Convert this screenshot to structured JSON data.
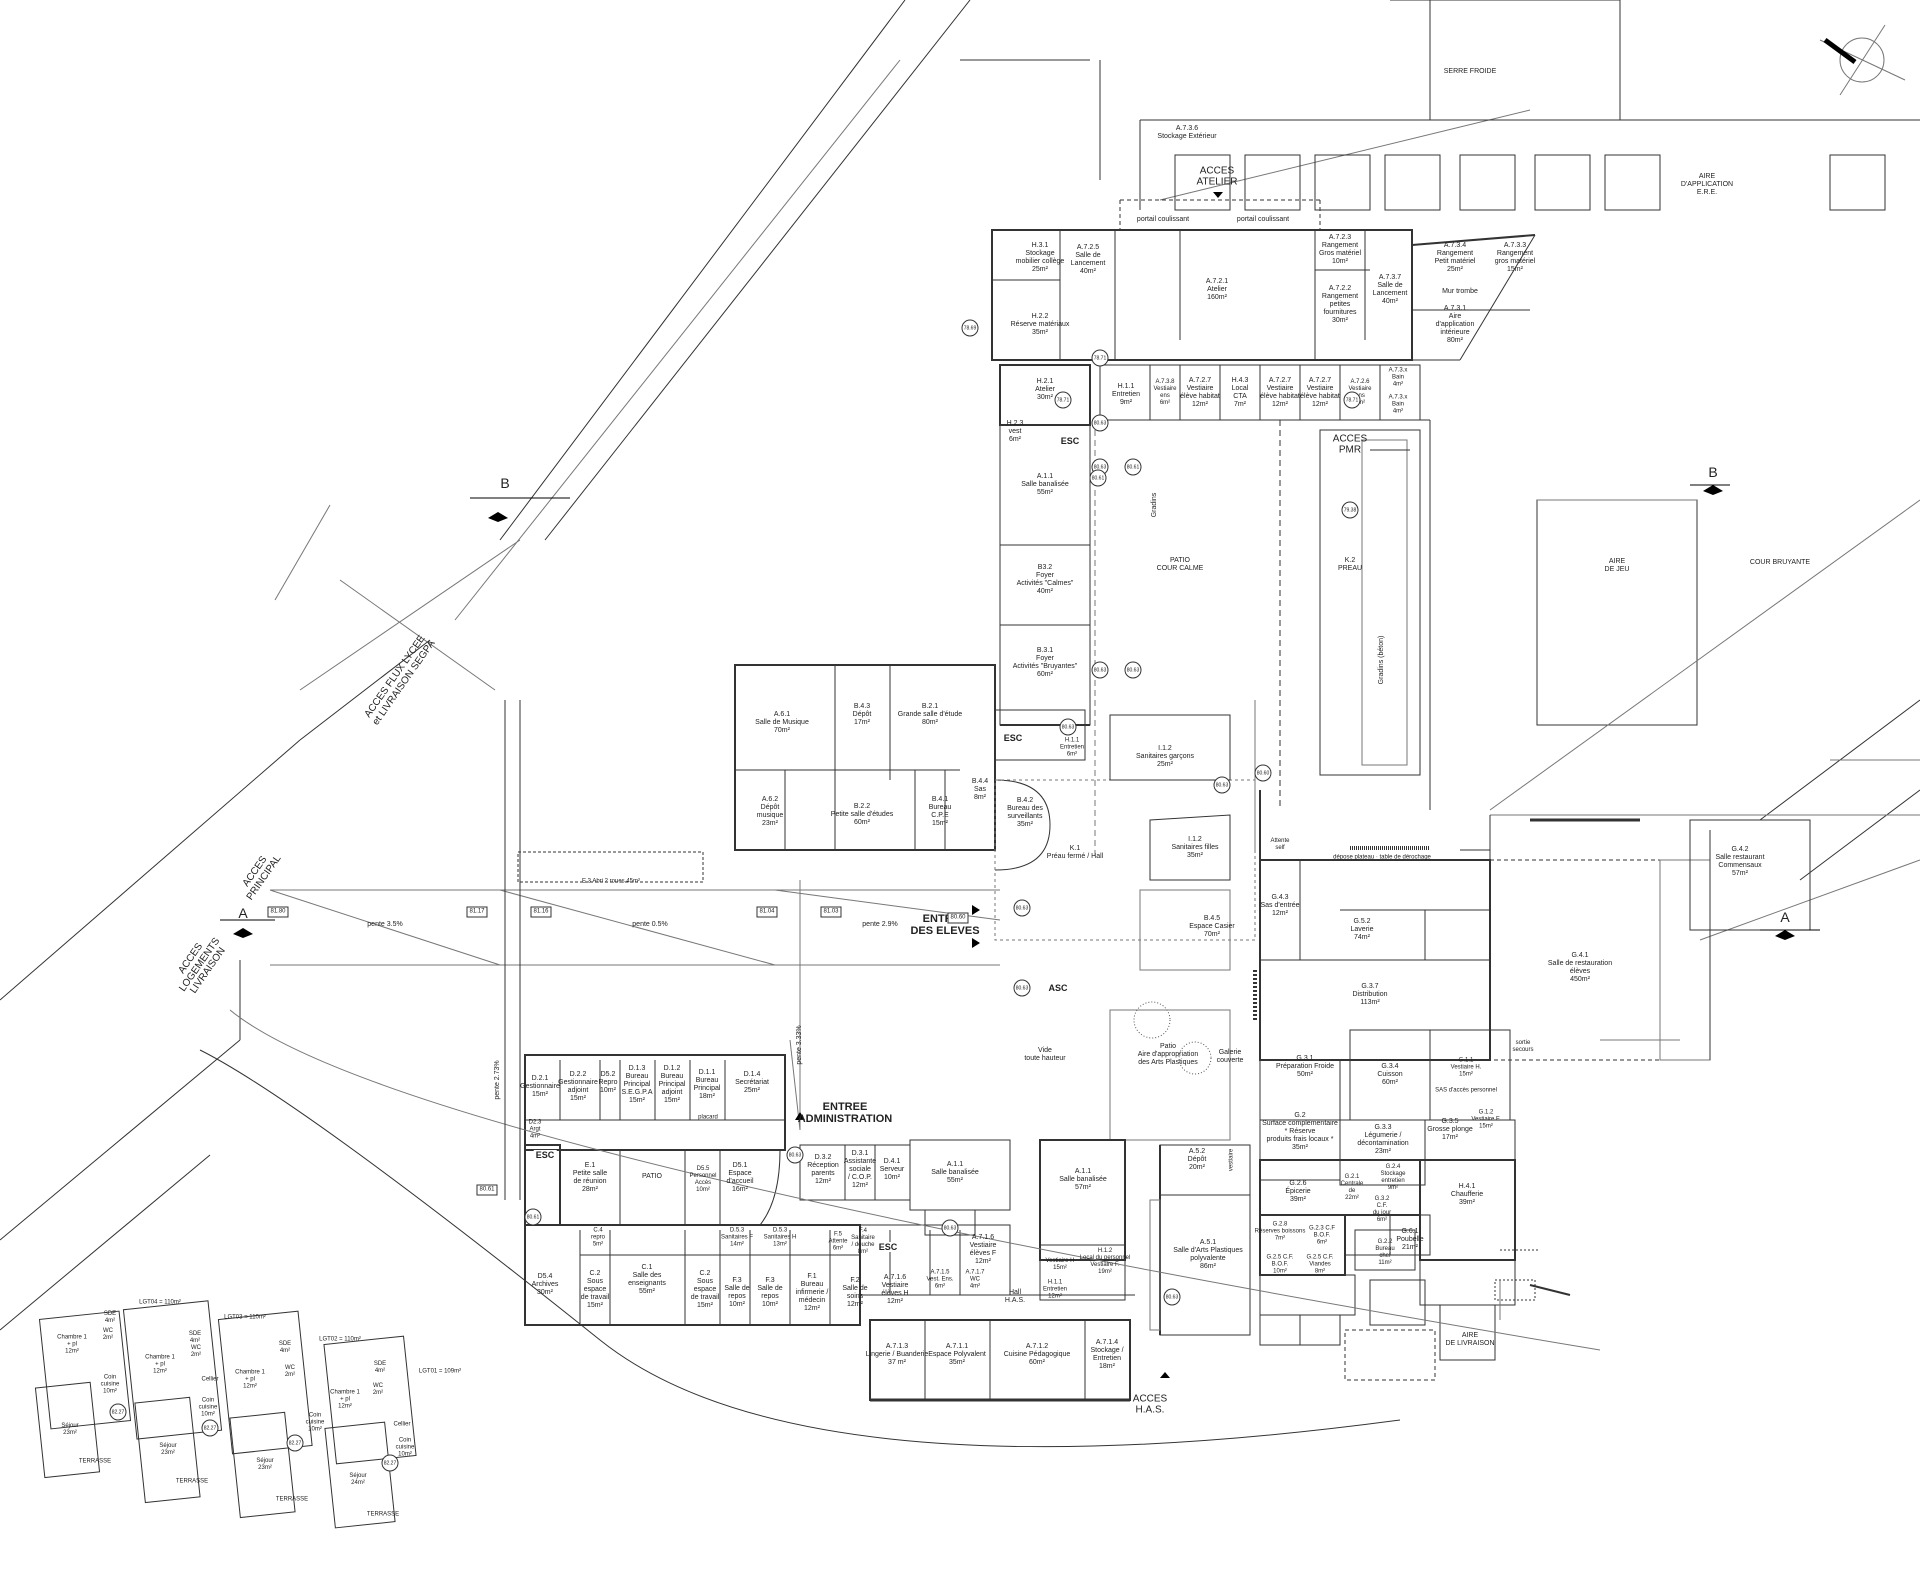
{
  "plan": {
    "access": {
      "atelier": "ACCES\nATELIER",
      "pmr": "ACCES\nPMR",
      "principal": "ACCES\nPRINCIPAL",
      "logements": "ACCES\nLOGEMENTS\nLIVRAISON",
      "lycee": "ACCES FLUX LYCEE\net LIVRAISON SEGPA",
      "eleves": "ENTREE\nDES ELEVES",
      "administration": "ENTREE\nADMINISTRATION",
      "has": "ACCES\nH.A.S."
    },
    "section_marks": {
      "a": "A",
      "b": "B"
    },
    "outdoor": {
      "serre": "SERRE FROIDE",
      "stockage_ext": "A.7.3.6\nStockage Extérieur",
      "aire_application": "AIRE\nD'APPLICATION\nE.R.E.",
      "aire_jeu": "AIRE\nDE JEU",
      "cour_bruyante": "COUR BRUYANTE",
      "cour_calme": "PATIO\nCOUR CALME",
      "aire_livraison": "AIRE\nDE LIVRAISON",
      "gradins": "Gradins",
      "gradins_beton": "Gradins (béton)",
      "mur_trombe": "Mur trombe",
      "portail1": "portail coulissant",
      "portail2": "portail coulissant",
      "pente35": "pente 3.5%",
      "pente05": "pente 0.5%",
      "pente29": "pente 2.9%",
      "pente273": "pente 2.73%",
      "pente333": "pente 3.33%",
      "abri": "E.3 Abri 2 roues 45m²",
      "atelier_self": "Attente\nself",
      "depose_plateaux": "dépose plateau · table de dérochage",
      "sortie_secours": "sortie\nsecours",
      "vide": "Vide\ntoute hauteur",
      "galerie": "Galerie\ncouverte",
      "vestiaire_label": "vestiaire"
    },
    "rooms": {
      "h31": "H.3.1\nStockage\nmobilier collège\n25m²",
      "h22": "H.2.2\nRéserve matériaux\n35m²",
      "h21": "H.2.1\nAtelier\n30m²",
      "h23": "H.2.3\nvest\n6m²",
      "a725": "A.7.2.5\nSalle de\nLancement\n40m²",
      "a721": "A.7.2.1\nAtelier\n160m²",
      "a723": "A.7.2.3\nRangement\nGros matériel\n10m²",
      "a722": "A.7.2.2\nRangement\npetites\nfournitures\n30m²",
      "a737": "A.7.3.7\nSalle de\nLancement\n40m²",
      "a734": "A.7.3.4\nRangement\nPetit matériel\n25m²",
      "a733": "A.7.3.3\nRangement\ngros matériel\n15m²",
      "a731": "A.7.3.1\nAire\nd'application\nintérieure\n80m²",
      "h11": "H.1.1\nEntretien\n9m²",
      "a738": "A.7.3.8\nVestiaire\nens\n6m²",
      "a727a": "A.7.2.7\nVestiaire\nélève habitat\n12m²",
      "h43": "H.4.3\nLocal\nCTA\n7m²",
      "a727b": "A.7.2.7\nVestiaire\nélève habitat\n12m²",
      "a727c": "A.7.2.7\nVestiaire\nélève habitat\n12m²",
      "a726": "A.7.2.6\nVestiaire\nens\n6m²",
      "a7bain1": "A.7.3.x\nBain\n4m²",
      "a7bain2": "A.7.3.x\nBain\n4m²",
      "a11top": "A.1.1\nSalle banalisée\n55m²",
      "b32": "B3.2\nFoyer\nActivités \"Calmes\"\n40m²",
      "b31": "B.3.1\nFoyer\nActivités \"Bruyantes\"\n60m²",
      "k2": "K.2\nPREAU",
      "a61": "A.6.1\nSalle de Musique\n70m²",
      "b43": "B.4.3\nDépôt\n17m²",
      "b21": "B.2.1\nGrande salle d'étude\n80m²",
      "h11b": "H.1.1\nEntretien\n6m²",
      "a62": "A.6.2\nDépôt\nmusique\n23m²",
      "b22": "B.2.2\nPetite salle d'études\n60m²",
      "b41": "B.4.1\nBureau\nC.P.E\n15m²",
      "b44": "B.4.4\nSas\n8m²",
      "b42": "B.4.2\nBureau des\nsurveillants\n35m²",
      "sanitaires_g": "I.1.2\nSanitaires garçons\n25m²",
      "sanitaires_f": "I.1.2\nSanitaires filles\n35m²",
      "k1": "K.1\nPréau fermé / Hall",
      "b45": "B.4.5\nEspace Casier\n70m²",
      "g43": "G.4.3\nSas d'entrée\n12m²",
      "g52": "G.5.2\nLaverie\n74m²",
      "g41": "G.4.1\nSalle de restauration\nélèves\n450m²",
      "g42": "G.4.2\nSalle restaurant\nCommensaux\n57m²",
      "g37": "G.3.7\nDistribution\n113m²",
      "g31": "G.3.1\nPréparation Froide\n50m²",
      "g34": "G.3.4\nCuisson\n60m²",
      "g11": "G.1.1\nVestiaire H.\n15m²",
      "sas_ens": "SAS d'accès personnel",
      "g12": "G.1.2\nVestiaire F.\n15m²",
      "g35": "G.3.5\nGrosse plonge\n17m²",
      "g2": "G.2\nSurface complémentaire\n* Réserve\nproduits frais locaux *\n35m²",
      "g33": "G.3.3\nLégumerie /\ndécontamination\n23m²",
      "g26": "G.2.6\nÉpicerie\n39m²",
      "g21": "G.2.1\nCentrale\nde\n22m²",
      "g24": "G.2.4\nStockage\nentretien\n9m²",
      "g32": "G.3.2\nC.F.\ndu jour\n6m²",
      "h41": "H.4.1\nChaufferie\n39m²",
      "g22": "G.2.2\nBureau\nchef\n11m²",
      "g61": "G.6.1\nPoubelle\n21m²",
      "g28": "G.2.8\nRéserves boissons\n7m²",
      "g23cf": "G.2.3 C.F\nB.O.F.\n6m²",
      "g25": "G.2.5 C.F.\nB.O.F.\n10m²",
      "g25b": "G.2.5 C.F.\nViandes\n8m²",
      "a52": "A.5.2\nDépôt\n20m²",
      "a51": "A.5.1\nSalle d'Arts Plastiques\npolyvalente\n86m²",
      "patio_arts": "Patio\nAire d'appropriation\ndes Arts Plastiques",
      "d21": "D.2.1\nGestionnaire\n15m²",
      "d22": "D.2.2\nGestionnaire\nadjoint\n15m²",
      "d52": "D5.2\nRepro\n10m²",
      "d13": "D.1.3\nBureau\nPrincipal\nS.E.G.P.A\n15m²",
      "d12": "D.1.2\nBureau\nPrincipal\nadjoint\n15m²",
      "d11": "D.1.1\nBureau\nPrincipal\n18m²",
      "d14": "D.1.4\nSecrétariat\n25m²",
      "d23": "D2.3\nArgt\n4m²",
      "placard": "placard",
      "e1": "E.1\nPetite salle\nde réunion\n28m²",
      "patio": "PATIO",
      "d55": "D5.5\nPersonnel\nAccès\n10m²",
      "d51": "D5.1\nEspace\nd'accueil\n16m²",
      "d32": "D.3.2\nRéception\nparents\n12m²",
      "d31": "D.3.1\nAssistante\nsociale\n/ C.O.P.\n12m²",
      "d41": "D.4.1\nServeur\n10m²",
      "a11mid": "A.1.1\nSalle banalisée\n55m²",
      "a11right": "A.1.1\nSalle banalisée\n57m²",
      "c4": "C.4\nrepro\n5m²",
      "d53a": "D.5.3\nSanitaires F\n14m²",
      "d53b": "D.5.3\nSanitaires H\n13m²",
      "f5": "F.5\nAttente\n6m²",
      "f4": "F.4\nSanitaire\n/ douche\n8m²",
      "d54": "D5.4\nArchives\n30m²",
      "c2a": "C.2\nSous\nespace\nde travail\n15m²",
      "c1": "C.1\nSalle des\nenseignants\n55m²",
      "c2b": "C.2\nSous\nespace\nde travail\n15m²",
      "f3a": "F.3\nSalle de\nrepos\n10m²",
      "f3b": "F.3\nSalle de\nrepos\n10m²",
      "f1": "F.1\nBureau\ninfirmerie /\nmédecin\n12m²",
      "f2": "F.2\nSalle de\nsoins\n12m²",
      "a716a": "A.7.1.6\nVestiaire\nélèves H\n12m²",
      "a716b": "A.7.1.5\nVest. Ens.\n6m²",
      "a716c": "A.7.1.6\nVestiaire\nélèves F\n12m²",
      "wc": "A.7.1.7\nWC\n4m²",
      "hall_has": "Hall\nH.A.S.",
      "h11c": "H.1.1\nEntretien\n12m²",
      "h12": "H.1.2\nLocal du personnel\nVestiaire F.\n19m²",
      "h12b": "Vestiaire H\n15m²",
      "a713": "A.7.1.3\nLingerie / Buanderie\n37 m²",
      "a711": "A.7.1.1\nEspace Polyvalent\n35m²",
      "a712": "A.7.1.2\nCuisine Pédagogique\n60m²",
      "a714": "A.7.1.4\nStockage /\nEntretien\n18m²"
    },
    "housing": {
      "lgt04": "LGT04 = 110m²",
      "lgt03": "LGT03 = 110m²",
      "lgt02": "LGT02 = 110m²",
      "lgt01": "LGT01 = 109m²",
      "chambre": "Chambre 1\n+ pl\n12m²",
      "sdb": "SDE\n4m²",
      "wc": "WC\n2m²",
      "coin_cuisine": "Coin\ncuisine\n10m²",
      "sejour4": "Séjour\n23m²",
      "sejour3": "Séjour\n23m²",
      "sejour2": "Séjour\n23m²",
      "sejour1": "Séjour\n24m²",
      "terrasse": "TERRASSE",
      "cellier": "Cellier",
      "level": "82.27"
    },
    "levels": {
      "l7869": "78.69",
      "l7871a": "78.71",
      "l7871b": "78.71",
      "l7871c": "78.71",
      "l8063a": "80.63",
      "l8063b": "80.63",
      "l8061a": "80.61",
      "l8061b": "80.61",
      "l7938": "79.38",
      "l8063c": "80.63",
      "l8063d": "80.63",
      "l8063e": "80.63",
      "l8060": "80.60",
      "l8063f": "80.63",
      "l8063g": "80.63",
      "l8063h": "80.63",
      "l8063i": "80.63",
      "l8063j": "80.63",
      "l8180": "81.80",
      "l8117": "81.17",
      "l8116": "81.16",
      "l8104": "81.04",
      "l8103": "81.03",
      "l8061c": "80.61",
      "l8063k": "80.63"
    },
    "esc": "ESC",
    "asc": "ASC"
  }
}
